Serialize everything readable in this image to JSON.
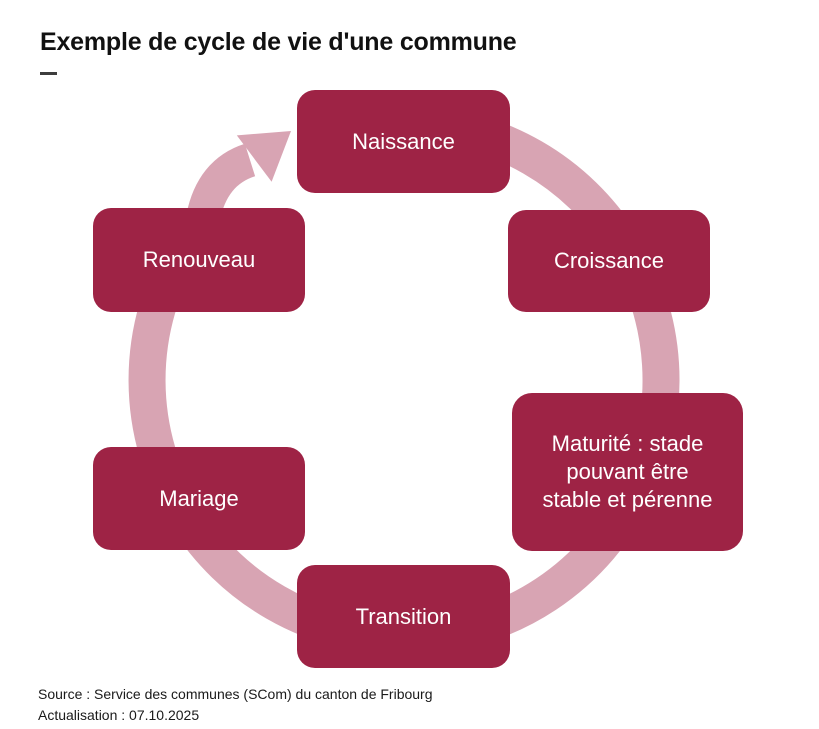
{
  "header": {
    "title": "Exemple de cycle de vie d'une commune"
  },
  "cycle": {
    "direction": "clockwise",
    "stages": [
      {
        "id": "naissance",
        "label": "Naissance"
      },
      {
        "id": "croissance",
        "label": "Croissance"
      },
      {
        "id": "maturite",
        "label": "Maturité : stade\npouvant être\nstable et pérenne"
      },
      {
        "id": "transition",
        "label": "Transition"
      },
      {
        "id": "mariage",
        "label": "Mariage"
      },
      {
        "id": "renouveau",
        "label": "Renouveau"
      }
    ],
    "colors": {
      "node_fill": "#9E2345",
      "node_text": "#FFFFFF",
      "connector": "#D8A4B3"
    }
  },
  "footer": {
    "source": "Source : Service des communes (SCom) du canton de Fribourg",
    "updated": "Actualisation : 07.10.2025"
  }
}
